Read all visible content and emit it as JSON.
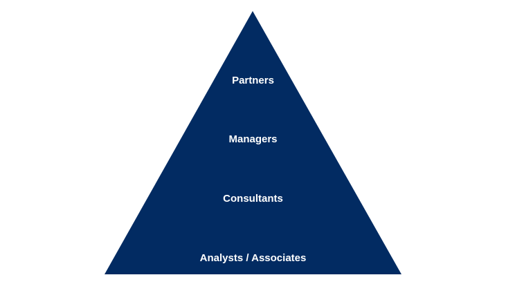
{
  "pyramid": {
    "fill_color": "#022b62",
    "levels": [
      {
        "label": "Partners"
      },
      {
        "label": "Managers"
      },
      {
        "label": "Consultants"
      },
      {
        "label": "Analysts / Associates"
      }
    ]
  }
}
